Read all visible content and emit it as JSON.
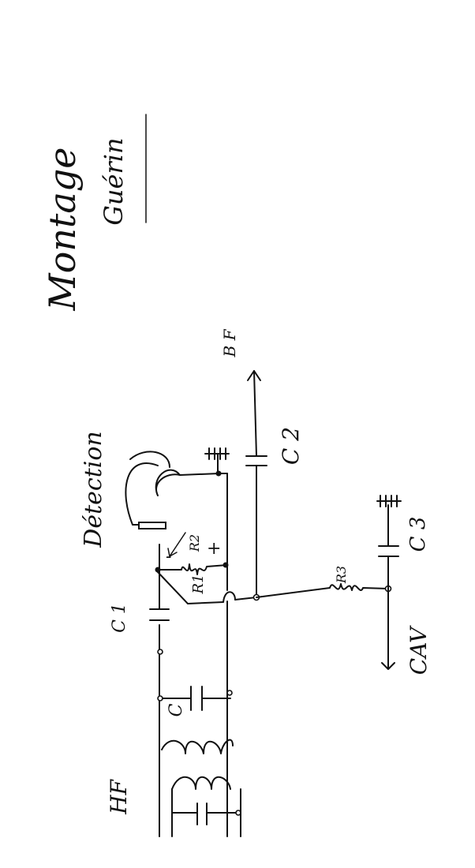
{
  "title": "Montage",
  "subtitle": "Guérin",
  "labels": {
    "hf": "HF",
    "c1": "C 1",
    "c": "C",
    "detection": "Détection",
    "c2": "C 2",
    "bf": "B F",
    "c3": "C 3",
    "r3": "R3",
    "r1": "R1",
    "r2": "R2",
    "minus": "-",
    "plus": "+",
    "cav": "CAV"
  }
}
